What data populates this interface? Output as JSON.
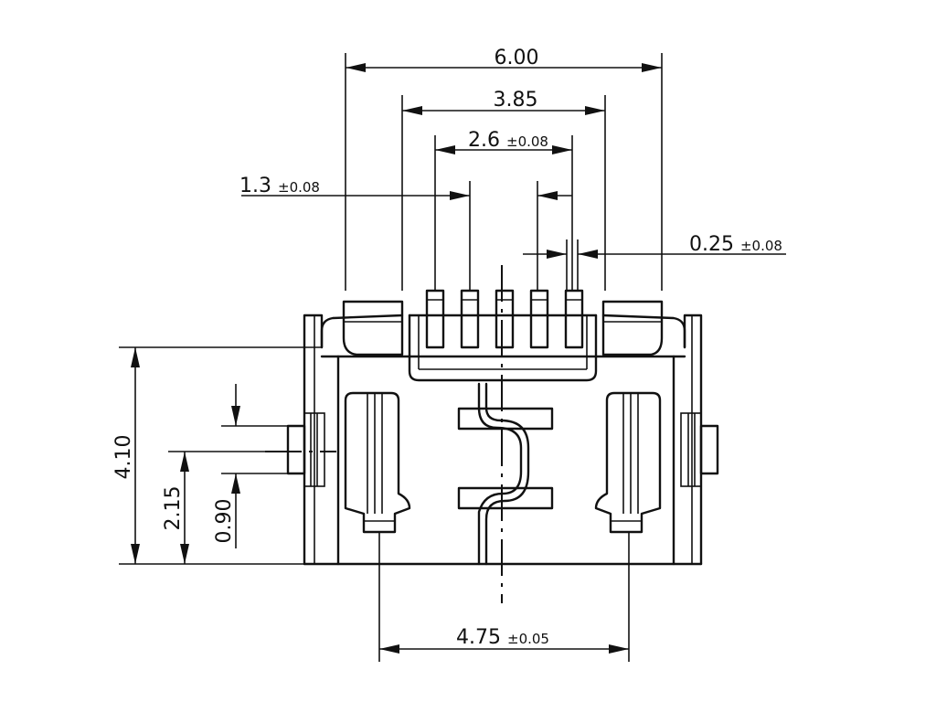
{
  "dimensions": {
    "width_total": {
      "value": "6.00",
      "tolerance": ""
    },
    "width_outer": {
      "value": "3.85",
      "tolerance": ""
    },
    "pin_span": {
      "value": "2.6",
      "tolerance": "±0.08"
    },
    "pin_pitch": {
      "value": "1.3",
      "tolerance": "±0.08"
    },
    "pin_width": {
      "value": "0.25",
      "tolerance": "±0.08"
    },
    "height_total": {
      "value": "4.10",
      "tolerance": ""
    },
    "height_mid": {
      "value": "2.15",
      "tolerance": ""
    },
    "height_tab": {
      "value": "0.90",
      "tolerance": ""
    },
    "post_spacing": {
      "value": "4.75",
      "tolerance": "±0.05"
    }
  },
  "colors": {
    "line": "#111111",
    "background": "#ffffff"
  }
}
